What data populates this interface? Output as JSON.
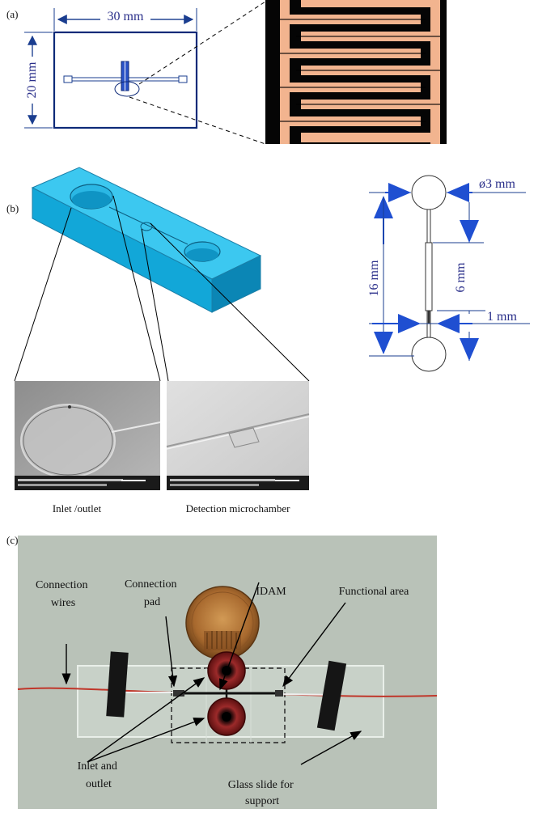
{
  "panels": {
    "a": {
      "label": "(a)",
      "width_dim": "30 mm",
      "height_dim": "20 mm"
    },
    "b": {
      "label": "(b)",
      "diam_dim": "ø3 mm",
      "length_dim": "16 mm",
      "chamber_dim": "6 mm",
      "gap_dim": "1 mm",
      "sem_left_caption": "Inlet /outlet",
      "sem_right_caption": "Detection microchamber"
    },
    "c": {
      "label": "(c)",
      "annotations": {
        "connection_wires": "Connection\nwires",
        "connection_pad": "Connection\npad",
        "idam": "IDAM",
        "functional_area": "Functional area",
        "inlet_outlet": "Inlet and\noutlet",
        "glass_slide": "Glass slide for\nsupport"
      }
    }
  },
  "colors": {
    "dimension_blue": "#1a3d8f",
    "chip_cyan": "#19b6e6",
    "electrode_copper": "#f2b48f",
    "photo_background": "#b9c2b8"
  }
}
